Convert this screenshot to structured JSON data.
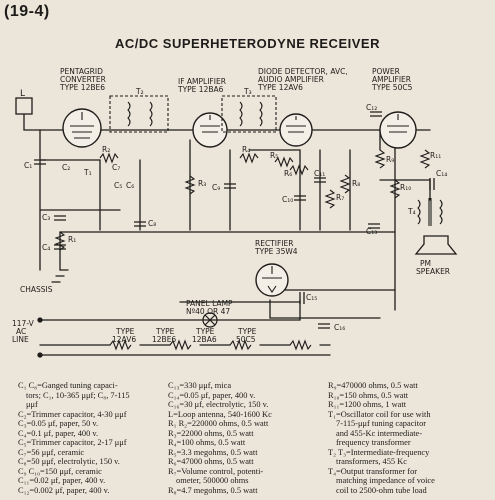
{
  "page_number": "(19-4)",
  "title": "AC/DC SUPERHETERODYNE RECEIVER",
  "tubes": {
    "converter": [
      "PENTAGRID",
      "CONVERTER",
      "TYPE 12BE6"
    ],
    "if_amp": [
      "IF AMPLIFIER",
      "TYPE 12BA6"
    ],
    "detector": [
      "DIODE DETECTOR, AVC,",
      "AUDIO AMPLIFIER",
      "TYPE 12AV6"
    ],
    "power": [
      "POWER",
      "AMPLIFIER",
      "TYPE 50C5"
    ],
    "rectifier": [
      "RECTIFIER",
      "TYPE 35W4"
    ]
  },
  "labels": {
    "L": "L",
    "T2": "T₂",
    "T3": "T₃",
    "T1": "T₁",
    "T4": "T₄",
    "C1": "C₁",
    "C2": "C₂",
    "C3": "C₃",
    "C4": "C₄",
    "C5": "C₅",
    "C6": "C₆",
    "C7": "C₇",
    "C8": "C₈",
    "C9": "C₉",
    "C10": "C₁₀",
    "C11": "C₁₁",
    "C12": "C₁₂",
    "C13": "C₁₃",
    "C14": "C₁₄",
    "C15": "C₁₅",
    "C16": "C₁₆",
    "R1": "R₁",
    "R2": "R₂",
    "R3": "R₃",
    "R4": "R₄",
    "R5": "R₅",
    "R6": "R₆",
    "R7": "R₇",
    "R8": "R₈",
    "R9": "R₉",
    "R10": "R₁₀",
    "R11": "R₁₁",
    "chassis": "CHASSIS",
    "pm_speaker": [
      "PM",
      "SPEAKER"
    ],
    "panel_lamp": [
      "PANEL LAMP",
      "Nº40 OR 47"
    ],
    "line": [
      "117-V",
      "AC",
      "LINE"
    ],
    "heaters": [
      [
        "TYPE",
        "12AV6"
      ],
      [
        "TYPE",
        "12BE6"
      ],
      [
        "TYPE",
        "12BA6"
      ],
      [
        "TYPE",
        "50C5"
      ]
    ]
  },
  "parts_list": {
    "col1": [
      "C₁ C₈=Ganged tuning capaci-",
      "tors; C₁, 10-365 μμf; C₈, 7-115",
      "μμf",
      "C₂=Trimmer capacitor, 4-30 μμf",
      "C₃=0.05 μf, paper, 50 v.",
      "C₄=0.1 μf, paper, 400 v.",
      "C₅=Trimmer capacitor, 2-17 μμf",
      "C₇=56 μμf, ceramic",
      "C₈=50 μμf, electrolytic, 150 v.",
      "C₉ C₁₀=150 μμf, ceramic",
      "C₁₁=0.02 μf, paper, 400 v.",
      "C₁₂=0.002 μf, paper, 400 v."
    ],
    "col2": [
      "C₁₃=330 μμf, mica",
      "C₁₄=0.05 μf, paper, 400 v.",
      "C₁₆=30 μf, electrolytic, 150 v.",
      "L=Loop antenna, 540-1600 Kc",
      "R₁ R₂=220000 ohms, 0.5 watt",
      "R₃=22000 ohms, 0.5 watt",
      "R₄=100 ohms, 0.5 watt",
      "R₅=3.3 megohms, 0.5 watt",
      "R₆=47000 ohms, 0.5 watt",
      "R₇=Volume control, potenti-",
      "ometer, 500000 ohms",
      "R₈=4.7 megohms, 0.5 watt"
    ],
    "col3": [
      "R₉=470000 ohms, 0.5 watt",
      "R₁₀=150 ohms, 0.5 watt",
      "R₁₁=1200 ohms, 1 watt",
      "T₁=Oscillator coil for use with",
      "7-115-μμf tuning capacitor",
      "and 455-Kc intermediate-",
      "frequency transformer",
      "T₂ T₃=Intermediate-frequency",
      "transformers, 455 Kc",
      "T₄=Output transformer for",
      "matching impedance of voice",
      "coil to 2500-ohm tube load"
    ]
  }
}
